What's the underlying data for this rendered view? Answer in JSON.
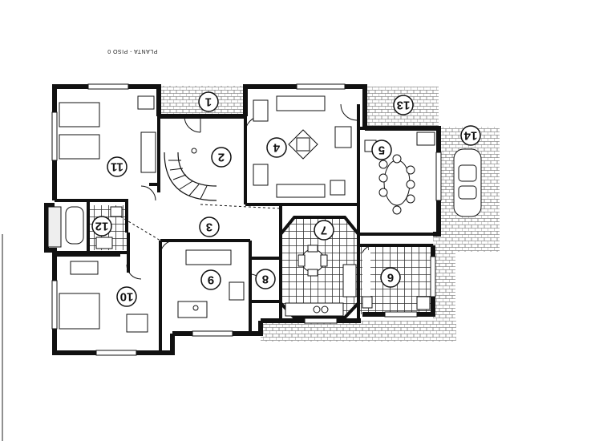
{
  "title": "PLANTA - PISO 0",
  "rooms": [
    {
      "id": "room-1",
      "label": "1"
    },
    {
      "id": "room-2",
      "label": "2"
    },
    {
      "id": "room-3",
      "label": "3"
    },
    {
      "id": "room-4",
      "label": "4"
    },
    {
      "id": "room-5",
      "label": "5"
    },
    {
      "id": "room-6",
      "label": "6"
    },
    {
      "id": "room-7",
      "label": "7"
    },
    {
      "id": "room-8",
      "label": "8"
    },
    {
      "id": "room-9",
      "label": "9"
    },
    {
      "id": "room-10",
      "label": "10"
    },
    {
      "id": "room-11",
      "label": "11"
    },
    {
      "id": "room-12",
      "label": "12"
    },
    {
      "id": "room-13",
      "label": "13"
    },
    {
      "id": "room-14",
      "label": "14"
    }
  ],
  "colors": {
    "wall": "#111111",
    "hatch": "#555555",
    "tile": "#333333",
    "paper": "#ffffff"
  }
}
